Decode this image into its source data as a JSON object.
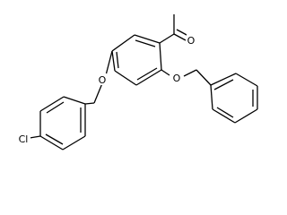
{
  "structure": {
    "atoms": {
      "carbonyl_oxygen": "O",
      "aryl_ether_oxygen": "O",
      "benzyl_ether_oxygen": "O",
      "chlorine": "Cl"
    }
  },
  "colors": {
    "bond": "#000000",
    "label": "#000000",
    "background": "#ffffff"
  }
}
